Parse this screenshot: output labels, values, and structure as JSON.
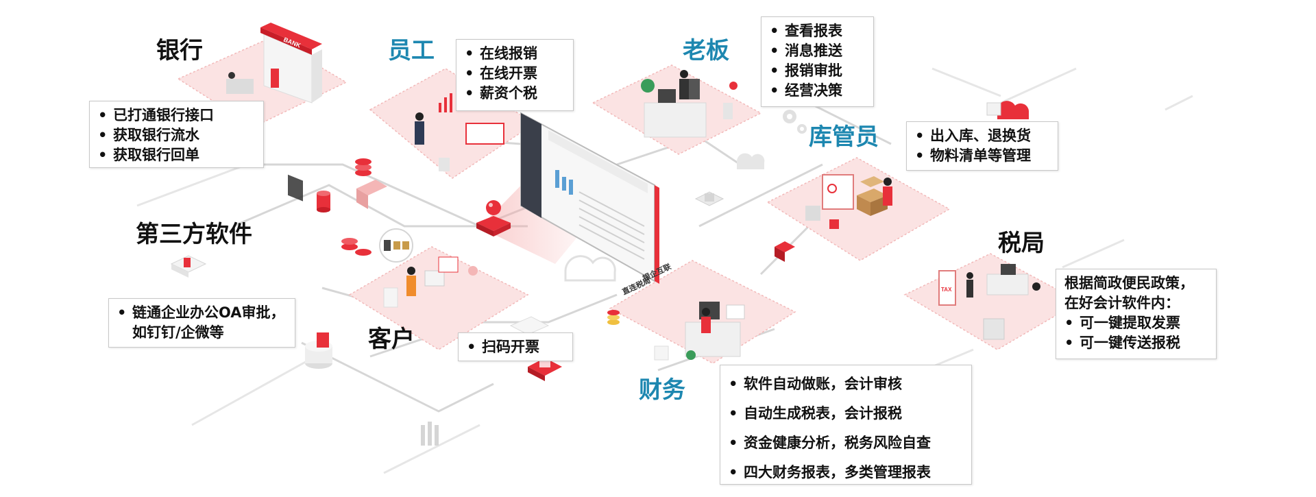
{
  "nodes": {
    "bank": {
      "label": "银行",
      "items": [
        "已打通银行接口",
        "获取银行流水",
        "获取银行回单"
      ]
    },
    "employee": {
      "label": "员工",
      "items": [
        "在线报销",
        "在线开票",
        "薪资个税"
      ]
    },
    "boss": {
      "label": "老板",
      "items": [
        "查看报表",
        "消息推送",
        "报销审批",
        "经营决策"
      ]
    },
    "warehouse": {
      "label": "库管员",
      "items": [
        "出入库、退换货",
        "物料清单等管理"
      ]
    },
    "third_party": {
      "label": "第三方软件",
      "items": [
        "链通企业办公OA审批，"
      ],
      "continuation": "如钉钉/企微等"
    },
    "customer": {
      "label": "客户",
      "items": [
        "扫码开票"
      ]
    },
    "tax_bureau": {
      "label": "税局",
      "intro": [
        "根据简政便民政策，",
        "在好会计软件内："
      ],
      "items": [
        "可一键提取发票",
        "可一键传送报税"
      ]
    },
    "finance": {
      "label": "财务",
      "items": [
        "软件自动做账，会计审核",
        "自动生成税表，会计报税",
        "资金健康分析，税务风险自查",
        "四大财务报表，多类管理报表"
      ]
    }
  },
  "scene_text": {
    "bank_sign": "BANK",
    "bank_connect": "银企互联",
    "tax_connect": "直连税局",
    "tax_sign": "TAX"
  },
  "colors": {
    "accent_red": "#e8303a",
    "label_blue": "#1d87b0",
    "tile_pink": "#fbe3e3",
    "line_gray": "#d4d4d4"
  }
}
